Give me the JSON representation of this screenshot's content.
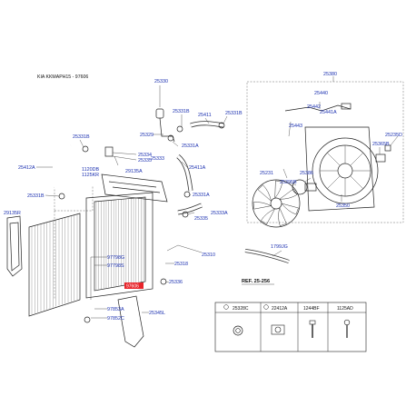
{
  "header": {
    "model_code": "KIA KKMAPH15 - 97606"
  },
  "callouts": {
    "c25330": "25330",
    "c25329": "25329",
    "c25331b_top": "25331B",
    "c25411_top": "25411",
    "c25331b_right": "25331B",
    "c25331a_mid": "25331A",
    "c25331b_left": "25331B",
    "c25412a": "25412A",
    "c25334": "25334",
    "c25335_top": "25335",
    "c25333": "25333",
    "c1120db": "1120DB",
    "c1125kr": "1125KR",
    "c29135a": "29135A",
    "c25411a": "25411A",
    "c25331b_low": "25331B",
    "c25331a_low": "25331A",
    "c29135r": "29135R",
    "c25335_low": "25335",
    "c25333a": "25333A",
    "c25310": "25310",
    "c25318": "25318",
    "c25336": "25336",
    "c97798g": "97798G",
    "c97798s": "97798S",
    "c97606": "97606",
    "c97853a": "97853A",
    "c97852c": "97852C",
    "c25345l": "25345L",
    "c25380": "25380",
    "c25440": "25440",
    "c25442": "25442",
    "c25441a": "25441A",
    "c25443": "25443",
    "c25235d": "25235D",
    "c25365b": "25365B",
    "c25231": "25231",
    "c25386": "25386",
    "c25395b": "25395B",
    "c25350": "25350",
    "c1799jg": "1799JG"
  },
  "reference": {
    "label": "REF. 25-256"
  },
  "parts_table": {
    "columns": [
      "25328C",
      "22412A",
      "1244BF",
      "1125AD"
    ]
  },
  "highlight": {
    "part": "97606",
    "color": "#e8252b"
  }
}
